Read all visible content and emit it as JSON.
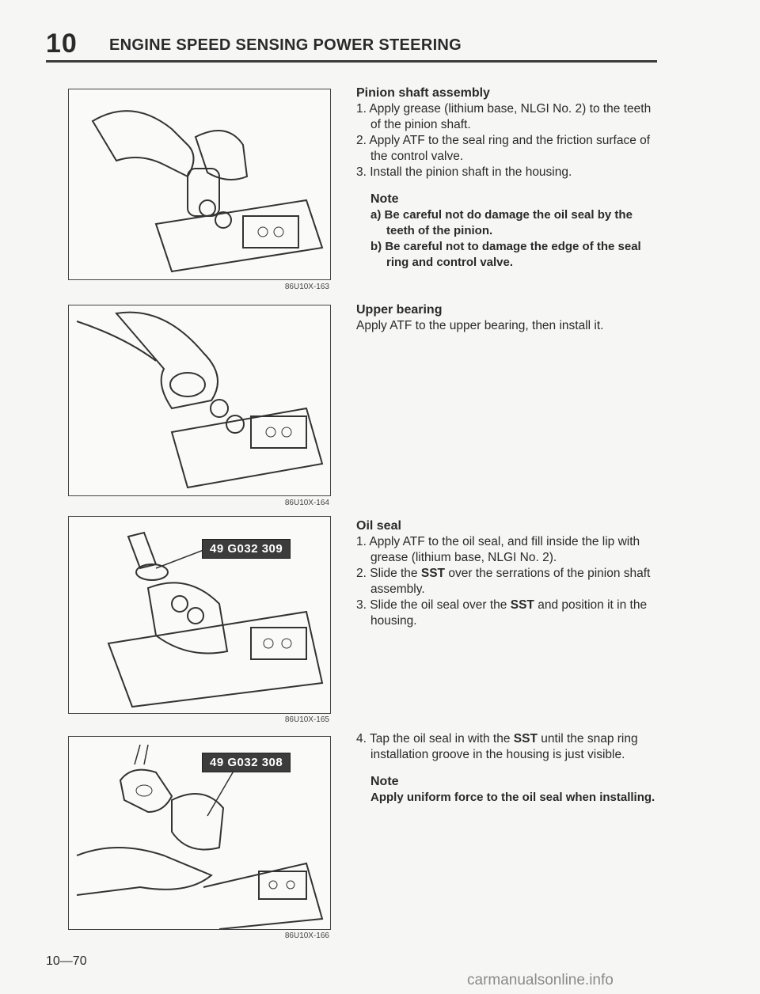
{
  "header": {
    "chapter_number": "10",
    "chapter_title": "ENGINE SPEED SENSING POWER STEERING"
  },
  "figures": [
    {
      "code": "86U10X-163"
    },
    {
      "code": "86U10X-164"
    },
    {
      "code": "86U10X-165",
      "sst_label": "49 G032 309"
    },
    {
      "code": "86U10X-166",
      "sst_label": "49 G032 308"
    }
  ],
  "pinion": {
    "heading": "Pinion shaft assembly",
    "steps": [
      "1. Apply grease (lithium base, NLGI No. 2) to the teeth of the pinion shaft.",
      "2. Apply ATF to the seal ring and the friction surface of the control valve.",
      "3. Install the pinion shaft in the housing."
    ],
    "note_heading": "Note",
    "notes": [
      "a) Be careful not do damage the oil seal by the teeth of the pinion.",
      "b) Be careful not to damage the edge of the seal ring and control valve."
    ]
  },
  "upper_bearing": {
    "heading": "Upper bearing",
    "text": "Apply ATF to the upper bearing, then install it."
  },
  "oil_seal": {
    "heading": "Oil seal",
    "step1": "1. Apply ATF to the oil seal, and fill inside the lip with grease (lithium base, NLGI No. 2).",
    "step2_a": "2. Slide the ",
    "step2_b": "SST",
    "step2_c": " over the serrations of the pinion shaft assembly.",
    "step3_a": "3. Slide the oil seal over the ",
    "step3_b": "SST",
    "step3_c": " and position it in the housing."
  },
  "tap": {
    "step4_a": "4. Tap the oil seal in with the ",
    "step4_b": "SST",
    "step4_c": " until the snap ring installation groove in the housing is just visible.",
    "note_heading": "Note",
    "note_text": "Apply uniform force to the oil seal when installing."
  },
  "page_number": "10—70",
  "watermark": "carmanualsonline.info"
}
